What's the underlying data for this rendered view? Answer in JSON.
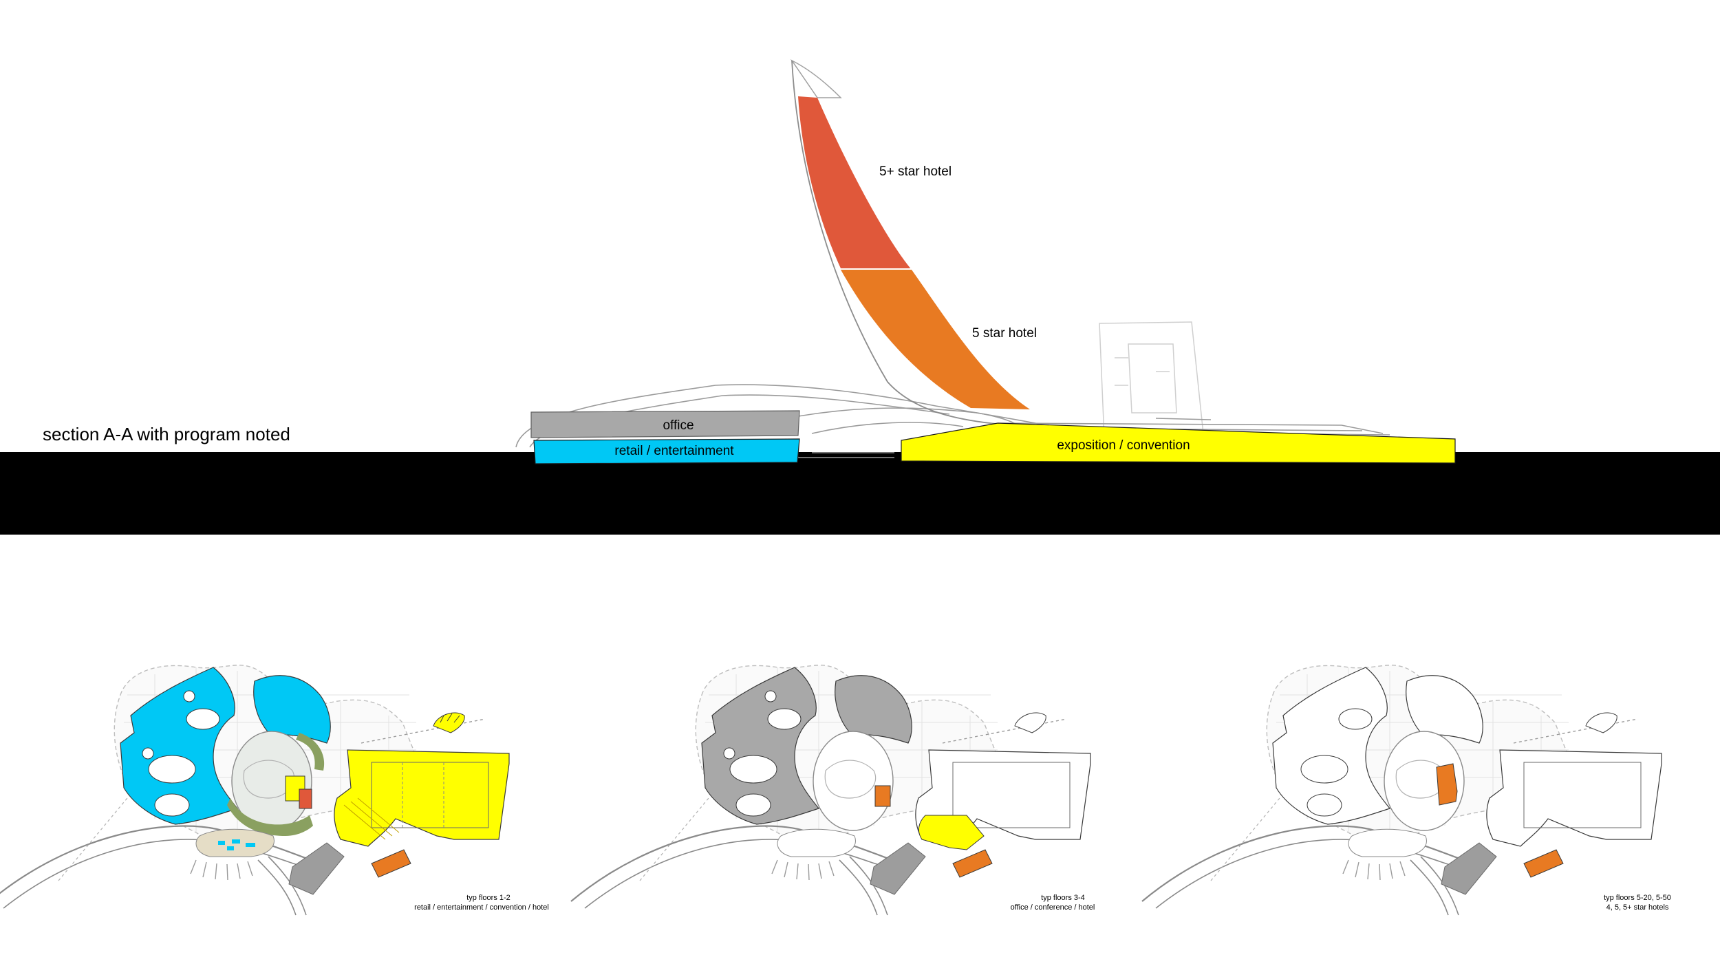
{
  "section": {
    "title": "section A-A with program noted",
    "labels": {
      "hotel_5plus": "5+ star hotel",
      "hotel_5": "5 star hotel",
      "office": "office",
      "retail": "retail / entertainment",
      "exposition": "exposition / convention"
    }
  },
  "plans": [
    {
      "caption_line1": "typ floors 1-2",
      "caption_line2": "retail / entertainment / convention / hotel"
    },
    {
      "caption_line1": "typ floors 3-4",
      "caption_line2": "office / conference / hotel"
    },
    {
      "caption_line1": "typ floors 5-20, 5-50",
      "caption_line2": "4, 5, 5+ star hotels"
    }
  ],
  "colors": {
    "retail": "#00c8f5",
    "office": "#a8a8a8",
    "exposition": "#ffff00",
    "hotel_5plus": "#e0583a",
    "hotel_5": "#e87a22",
    "ground": "#000000",
    "landscape": "#8aa060",
    "plaza": "#e5ddc6"
  }
}
